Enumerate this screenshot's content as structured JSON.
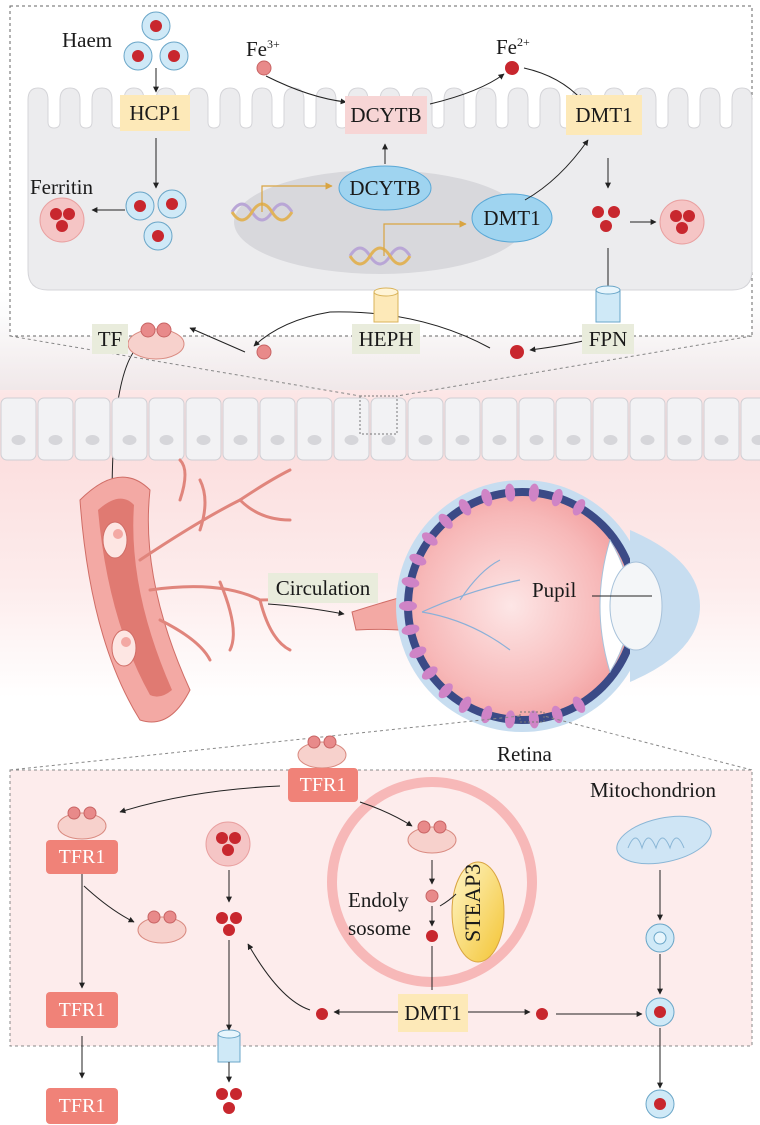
{
  "labels": {
    "haem": "Haem",
    "hcp1": "HCP1",
    "fe3_base": "Fe",
    "fe3_sup": "3+",
    "fe2_base": "Fe",
    "fe2_sup": "2+",
    "dcytb_top": "DCYTB",
    "dcytb_oval": "DCYTB",
    "dmt1_top": "DMT1",
    "dmt1_oval": "DMT1",
    "ferritin": "Ferritin",
    "tf": "TF",
    "heph": "HEPH",
    "fpn": "FPN",
    "circulation": "Circulation",
    "pupil": "Pupil",
    "retina": "Retina",
    "tfr1_top": "TFR1",
    "tfr1_left": "TFR1",
    "tfr1_mid": "TFR1",
    "tfr1_bottom": "TFR1",
    "mitochondrion": "Mitochondrion",
    "endolysosome_line1": "Endoly",
    "endolysosome_line2": "sosome",
    "steap3": "STEAP3",
    "dmt1_retina": "DMT1"
  },
  "colors": {
    "ferric_iron": "#e88a8a",
    "ferrous_iron": "#c8272e",
    "yellow_box": "#fde9b8",
    "pink_box": "#f7d5d5",
    "tfr1_box": "#f08278",
    "membrane_protein_oval": "#9fd4f0",
    "retina_panel": "#fdecec"
  }
}
